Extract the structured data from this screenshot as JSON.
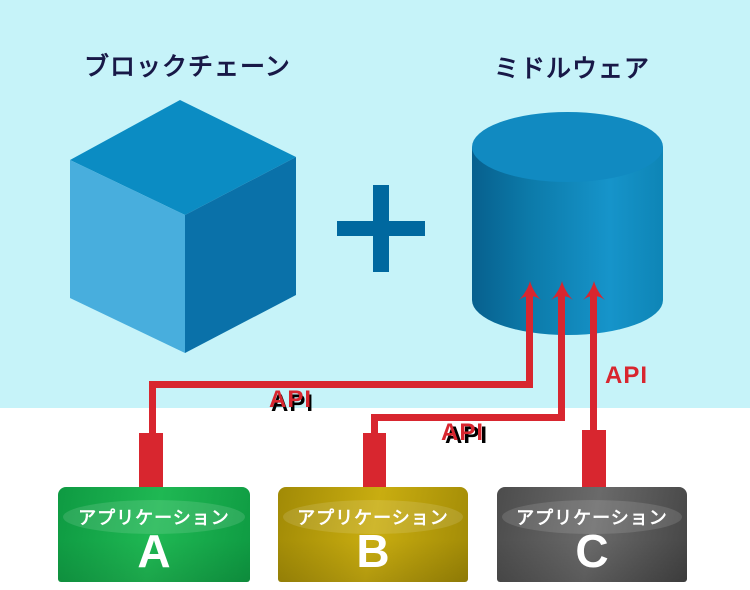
{
  "palette": {
    "background_top": "#c6f3f9",
    "background_bottom": "#ffffff",
    "title_text": "#181847",
    "connector_red": "#d8262f",
    "cube_top": "#0b8cc3",
    "cube_left": "#48aedd",
    "cube_right": "#0a71a9",
    "plus_blue": "#00689f",
    "cylinder_blue": "#118ac1",
    "app_a_green": "#1fb853",
    "app_b_gold": "#c9ad10",
    "app_c_gray": "#5e5e5e"
  },
  "blockchain": {
    "title": "ブロックチェーン"
  },
  "middleware": {
    "title": "ミドルウェア"
  },
  "api_labels": [
    {
      "text": "API"
    },
    {
      "text": "API"
    },
    {
      "text": "API"
    }
  ],
  "applications": [
    {
      "label": "アプリケーション",
      "letter": "A"
    },
    {
      "label": "アプリケーション",
      "letter": "B"
    },
    {
      "label": "アプリケーション",
      "letter": "C"
    }
  ]
}
